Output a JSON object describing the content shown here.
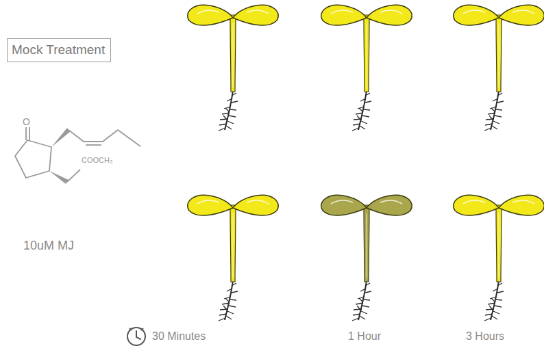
{
  "diagram": {
    "nodes": [
      {
        "text": [
          "Mock Treatment"
        ]
      }
    ],
    "labels": [
      "O",
      "COOCH₃",
      "10uM MJ",
      "30 Minutes",
      "1 Hour",
      "3 Hours"
    ]
  }
}
